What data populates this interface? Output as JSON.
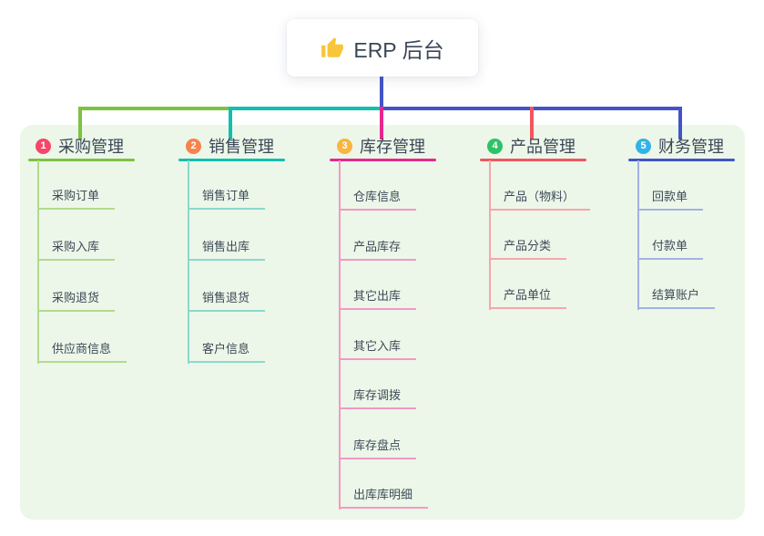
{
  "root": {
    "label": "ERP 后台",
    "icon": "thumbs-up"
  },
  "connector_color": "#4354c8",
  "panel_color": "#ecf7e9",
  "branches": [
    {
      "index": "1",
      "label": "采购管理",
      "badge_color": "#f4476b",
      "line_color": "#7dc242",
      "child_line_color": "#b3da8d",
      "children": [
        "采购订单",
        "采购入库",
        "采购退货",
        "供应商信息"
      ]
    },
    {
      "index": "2",
      "label": "销售管理",
      "badge_color": "#f8824d",
      "line_color": "#11bfae",
      "child_line_color": "#8bd9cd",
      "children": [
        "销售订单",
        "销售出库",
        "销售退货",
        "客户信息"
      ]
    },
    {
      "index": "3",
      "label": "库存管理",
      "badge_color": "#f9b53f",
      "line_color": "#e8278f",
      "child_line_color": "#f498c5",
      "children": [
        "仓库信息",
        "产品库存",
        "其它出库",
        "其它入库",
        "库存调拨",
        "库存盘点",
        "出库库明细"
      ]
    },
    {
      "index": "4",
      "label": "产品管理",
      "badge_color": "#2ec268",
      "line_color": "#f2565f",
      "child_line_color": "#f8a5aa",
      "children": [
        "产品（物料）",
        "产品分类",
        "产品单位"
      ]
    },
    {
      "index": "5",
      "label": "财务管理",
      "badge_color": "#33b3e5",
      "line_color": "#4354c8",
      "child_line_color": "#a2b2e2",
      "children": [
        "回款单",
        "付款单",
        "结算账户"
      ]
    }
  ]
}
